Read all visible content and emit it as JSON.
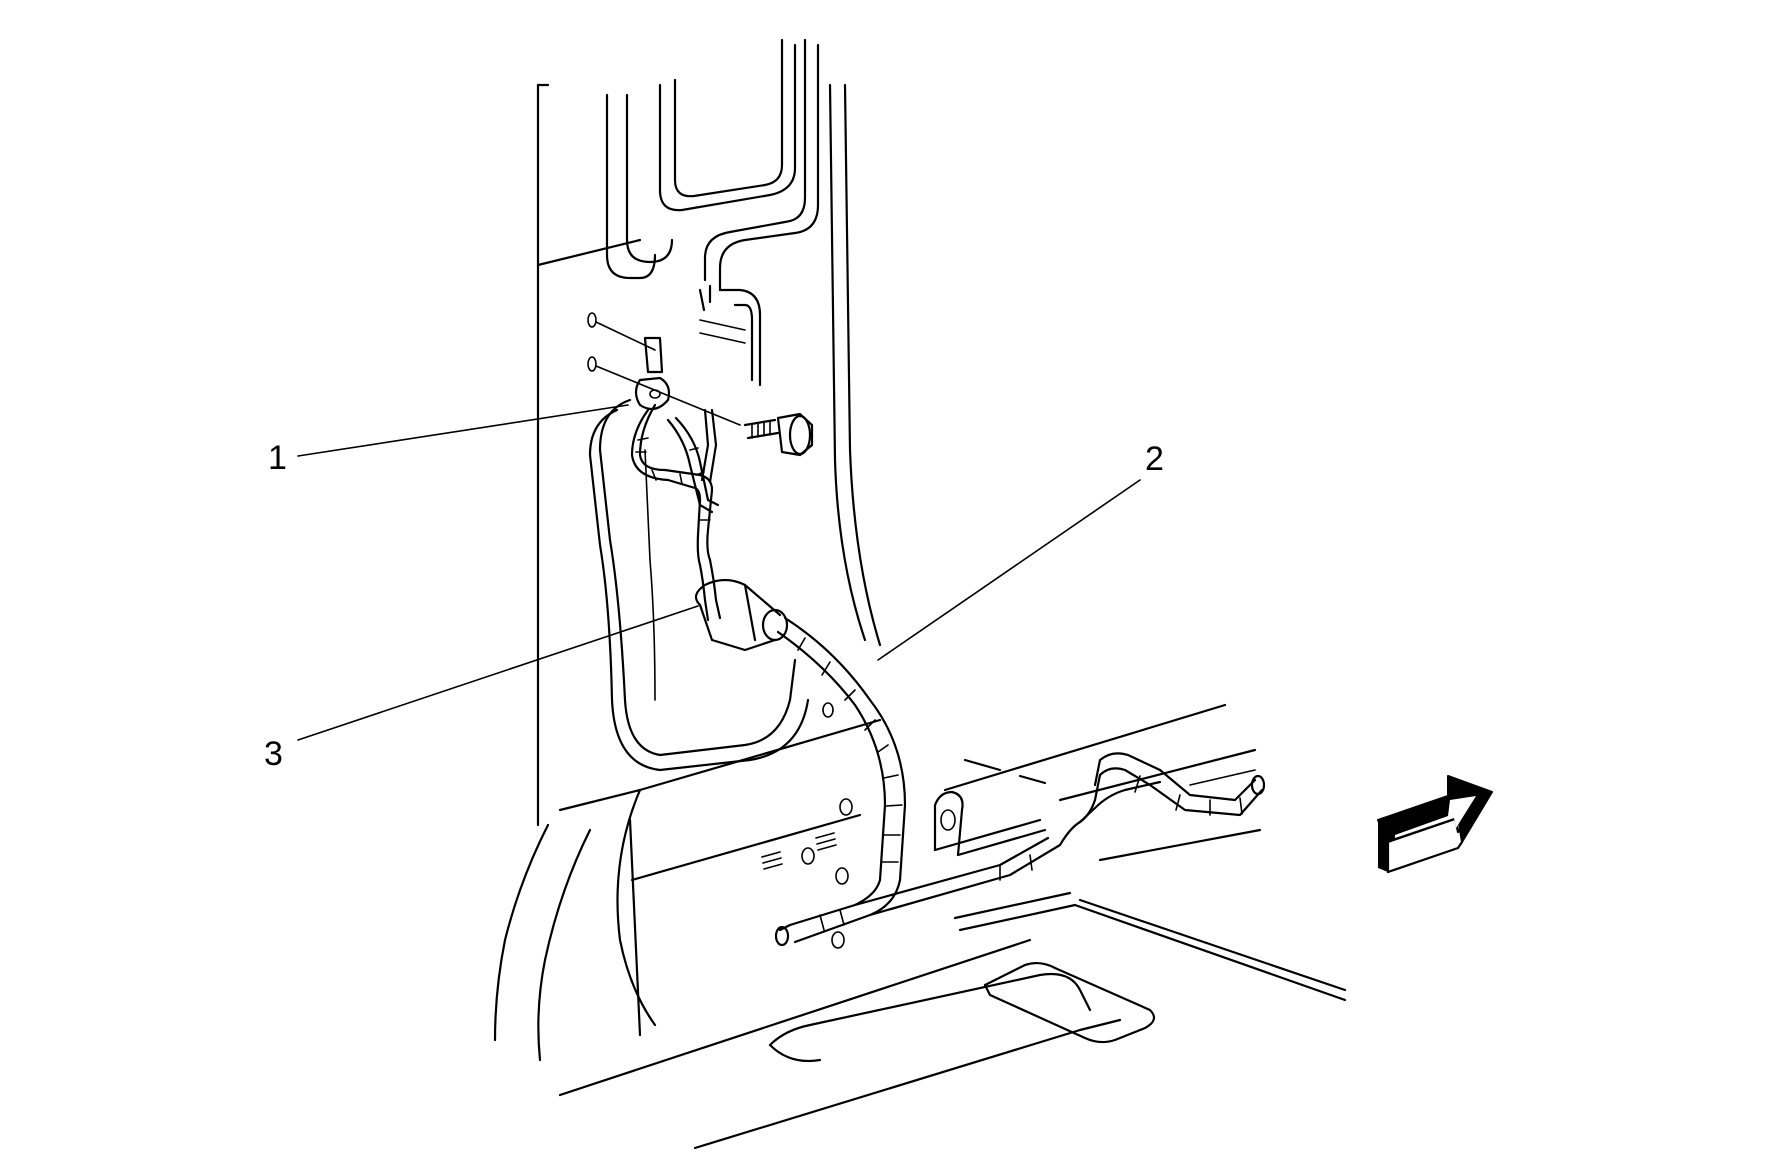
{
  "callouts": [
    {
      "id": "1",
      "label": "1"
    },
    {
      "id": "2",
      "label": "2"
    },
    {
      "id": "3",
      "label": "3"
    }
  ],
  "icons": {
    "direction_arrow": "front-direction-arrow-icon"
  }
}
